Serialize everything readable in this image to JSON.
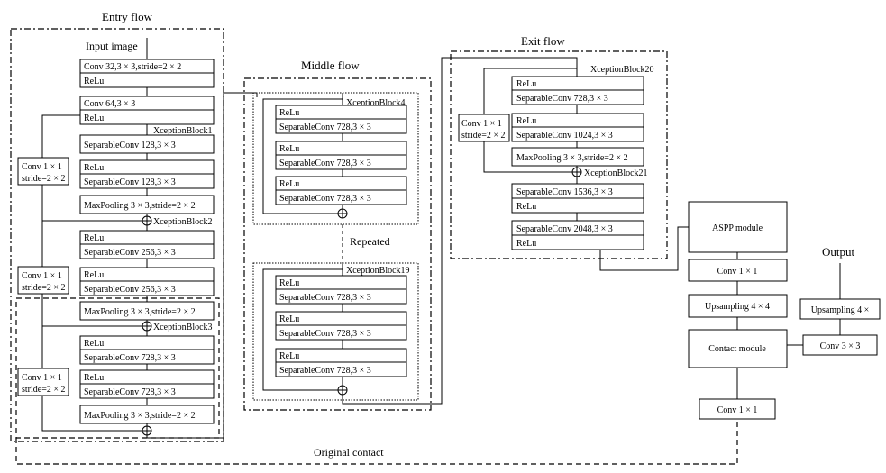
{
  "entry_flow": {
    "title": "Entry flow",
    "input": "Input image",
    "conv1": [
      "Conv 32,3 × 3,stride=2 × 2",
      "ReLu"
    ],
    "conv2": [
      "Conv 64,3 × 3",
      "ReLu"
    ],
    "block1": "XceptionBlock1",
    "b1_l1": "SeparableConv 128,3 × 3",
    "b1_l2": [
      "ReLu",
      "SeparableConv 128,3 × 3"
    ],
    "b1_l3": "MaxPooling 3 × 3,stride=2 × 2",
    "skip1": [
      "Conv 1 × 1",
      "stride=2 × 2"
    ],
    "block2": "XceptionBlock2",
    "b2_l1": [
      "ReLu",
      "SeparableConv 256,3 × 3"
    ],
    "b2_l2": [
      "ReLu",
      "SeparableConv 256,3 × 3"
    ],
    "b2_l3": "MaxPooling 3 × 3,stride=2 × 2",
    "skip2": [
      "Conv 1 × 1",
      "stride=2 × 2"
    ],
    "block3": "XceptionBlock3",
    "b3_l1": [
      "ReLu",
      "SeparableConv 728,3 × 3"
    ],
    "b3_l2": [
      "ReLu",
      "SeparableConv 728,3 × 3"
    ],
    "b3_l3": "MaxPooling 3 × 3,stride=2 × 2",
    "skip3": [
      "Conv 1 × 1",
      "stride=2 × 2"
    ]
  },
  "middle_flow": {
    "title": "Middle flow",
    "block4": "XceptionBlock4",
    "block19": "XceptionBlock19",
    "repeated": "Repeated",
    "unit": [
      "ReLu",
      "SeparableConv 728,3 × 3"
    ]
  },
  "exit_flow": {
    "title": "Exit flow",
    "block20": "XceptionBlock20",
    "b20_l1": [
      "ReLu",
      "SeparableConv 728,3 × 3"
    ],
    "b20_l2": [
      "ReLu",
      "SeparableConv 1024,3 × 3"
    ],
    "b20_l3": "MaxPooling 3 × 3,stride=2 × 2",
    "skip": [
      "Conv 1 × 1",
      "stride=2 × 2"
    ],
    "block21": "XceptionBlock21",
    "b21_l1": [
      "SeparableConv 1536,3 × 3",
      "ReLu"
    ],
    "b21_l2": [
      "SeparableConv 2048,3 × 3",
      "ReLu"
    ]
  },
  "decoder": {
    "aspp": "ASPP module",
    "conv1": "Conv 1 × 1",
    "upsample": "Upsampling 4 × 4",
    "contact": "Contact module",
    "conv_out": "Conv 1 × 1",
    "output_title": "Output",
    "upsample_out": "Upsampling 4 ×",
    "conv3": "Conv 3 × 3"
  },
  "original_contact": "Original contact"
}
